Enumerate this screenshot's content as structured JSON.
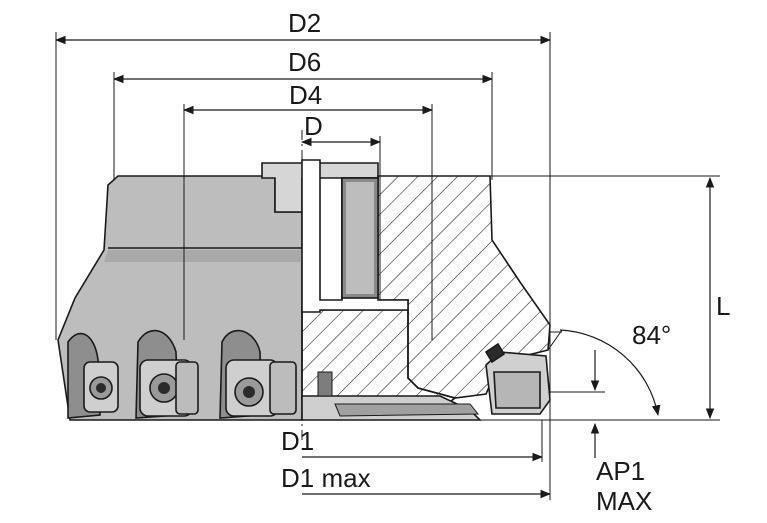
{
  "dimensions": {
    "d2": "D2",
    "d6": "D6",
    "d4": "D4",
    "d": "D",
    "l": "L",
    "angle": "84°",
    "d1": "D1",
    "d1_max": "D1 max",
    "ap1_line1": "AP1",
    "ap1_line2": "MAX"
  },
  "colors": {
    "body_fill": "#bdbdbd",
    "section_fill": "#e6e6e6",
    "line": "#1a1a1a",
    "insert_fill": "#d0d0d0"
  }
}
